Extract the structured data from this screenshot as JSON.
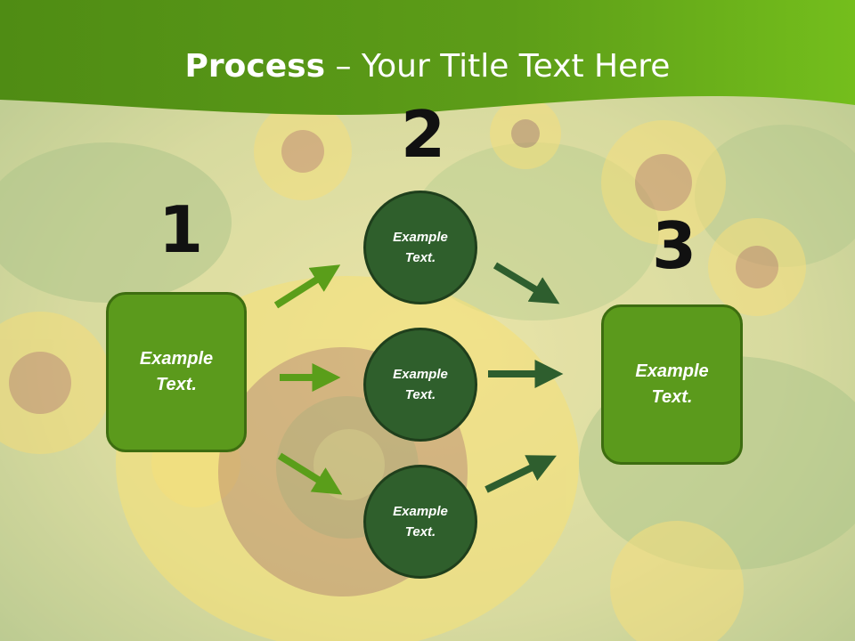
{
  "title": {
    "bold": "Process",
    "rest": " – Your Title Text Here"
  },
  "steps": {
    "one": "1",
    "two": "2",
    "three": "3"
  },
  "left_box": {
    "line1": "Example",
    "line2": "Text."
  },
  "right_box": {
    "line1": "Example",
    "line2": "Text."
  },
  "circles": [
    {
      "line1": "Example",
      "line2": "Text."
    },
    {
      "line1": "Example",
      "line2": "Text."
    },
    {
      "line1": "Example",
      "line2": "Text."
    }
  ],
  "colors": {
    "header_green": "#5a9a17",
    "box_green": "#5b9a1c",
    "circle_green": "#2f5f2c",
    "arrow_light": "#5a9e1a",
    "arrow_dark": "#2e5e2e"
  }
}
